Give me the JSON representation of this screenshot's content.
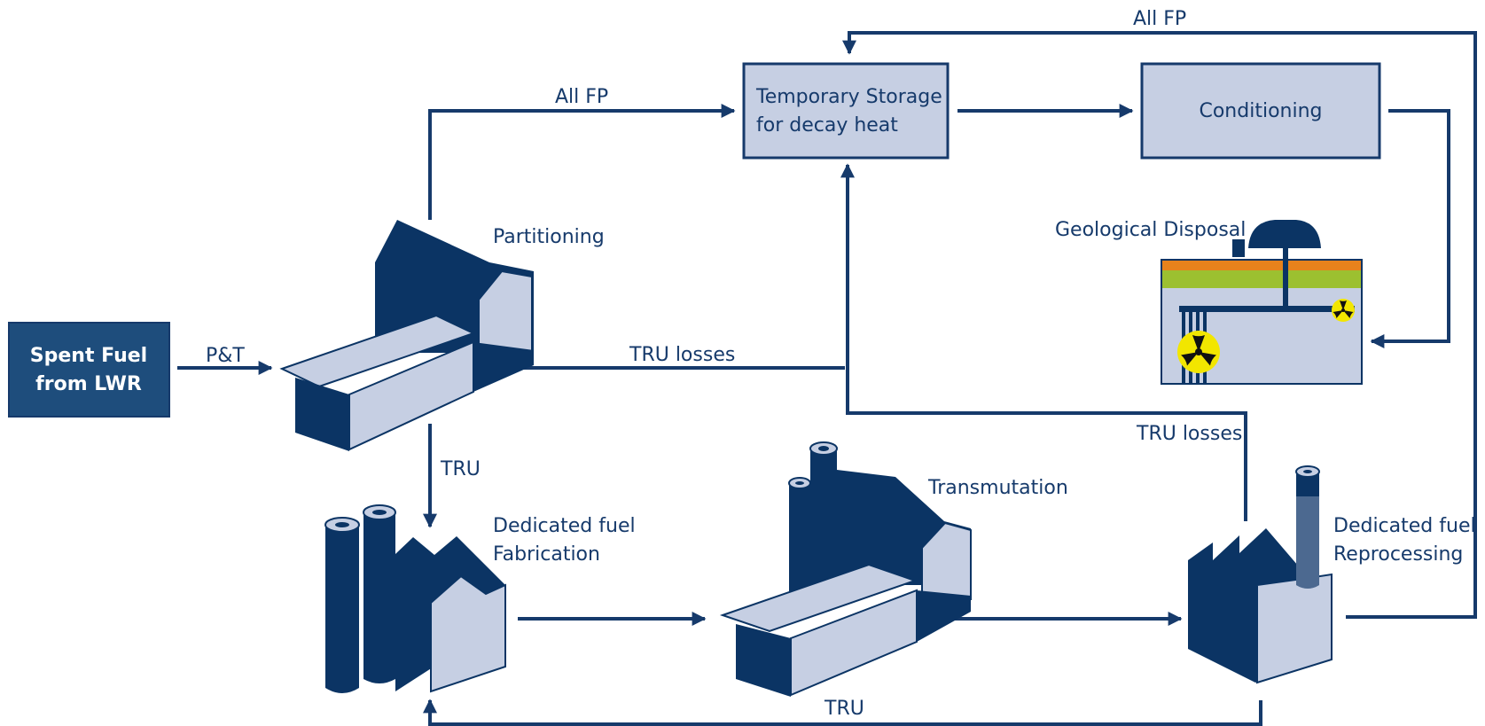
{
  "nodes": {
    "spent_fuel": [
      "Spent Fuel",
      "from LWR"
    ],
    "temporary_storage": [
      "Temporary Storage",
      "for decay heat"
    ],
    "conditioning": "Conditioning",
    "partitioning": "Partitioning",
    "geological_disposal": "Geological Disposal",
    "fabrication": [
      "Dedicated fuel",
      "Fabrication"
    ],
    "transmutation": "Transmutation",
    "reprocessing": [
      "Dedicated fuel",
      "Reprocessing"
    ]
  },
  "edges": {
    "pt": "P&T",
    "all_fp_partitioning": "All FP",
    "all_fp_reprocessing": "All FP",
    "tru_losses_partitioning": "TRU losses",
    "tru_losses_reprocessing": "TRU losses",
    "tru_down": "TRU",
    "tru_bottom": "TRU"
  },
  "colors": {
    "dark": "#0b3464",
    "light": "#c6cfe3",
    "box_dark": "#1e4d7c",
    "orange": "#e8821c",
    "green": "#9cc030",
    "radiation": "#f2e600"
  }
}
